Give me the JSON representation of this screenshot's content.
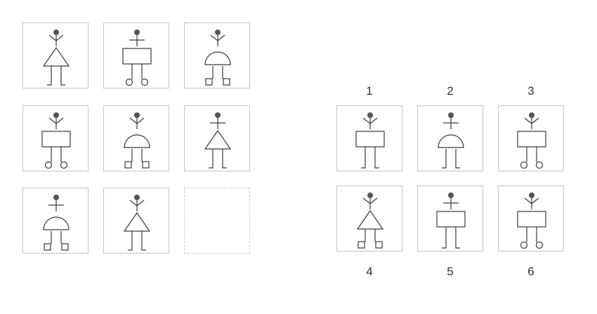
{
  "puzzle": {
    "grid": [
      {
        "head": "arms",
        "body": "triangle",
        "feet": "plain"
      },
      {
        "head": "bar",
        "body": "rect",
        "feet": "circle"
      },
      {
        "head": "arms",
        "body": "dome",
        "feet": "square"
      },
      {
        "head": "arms",
        "body": "rect",
        "feet": "circle"
      },
      {
        "head": "arms",
        "body": "dome",
        "feet": "square"
      },
      {
        "head": "bar",
        "body": "triangle",
        "feet": "plain"
      },
      {
        "head": "bar",
        "body": "dome",
        "feet": "square"
      },
      {
        "head": "arms",
        "body": "triangle",
        "feet": "plain"
      },
      {
        "empty": true
      }
    ],
    "options": [
      {
        "label": "1",
        "head": "arms",
        "body": "rect",
        "feet": "plain"
      },
      {
        "label": "2",
        "head": "bar",
        "body": "dome",
        "feet": "plain"
      },
      {
        "label": "3",
        "head": "arms",
        "body": "rect",
        "feet": "circle"
      },
      {
        "label": "4",
        "head": "arms",
        "body": "triangle",
        "feet": "square"
      },
      {
        "label": "5",
        "head": "bar",
        "body": "rect",
        "feet": "plain"
      },
      {
        "label": "6",
        "head": "arms",
        "body": "rect",
        "feet": "circle"
      }
    ]
  },
  "colors": {
    "stroke": "#3a3a3a",
    "head": "#555555",
    "border": "#c4c4c4"
  }
}
